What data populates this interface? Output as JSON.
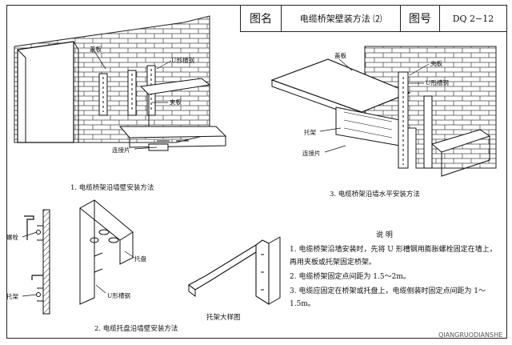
{
  "title_block": {
    "name_label": "图名",
    "name_value": "电缆桥架壁装方法  ⑵",
    "number_label": "图号",
    "number_value": "DQ 2−12"
  },
  "figure1": {
    "caption": "1. 电缆桥架沿墙壁安装方法",
    "labels": {
      "cover": "盖板",
      "u_channel": "U形槽钢",
      "clip": "夹板",
      "connector": "连接片"
    }
  },
  "figure2": {
    "caption": "2. 电缆托盘沿墙壁安装方法",
    "labels": {
      "bolt": "螺栓",
      "bracket": "托架",
      "tray": "托盘",
      "u_channel": "U形槽钢"
    }
  },
  "figure3": {
    "caption": "3. 电缆桥架沿墙水平安装方法",
    "labels": {
      "cover": "盖板",
      "clip": "夹板",
      "u_channel": "U形槽钢",
      "bracket": "托架",
      "connector": "连接片"
    }
  },
  "detail": {
    "caption": "托架大样图"
  },
  "notes": {
    "heading": "说  明",
    "items": [
      "1. 电缆桥架沿墙安装时，先将 U 形槽钢用膨胀螺栓固定在墙上，再用夹板或托架固定桥架。",
      "2. 电缆桥架固定点间距为 1.5～2m。",
      "3. 电缆应固定在桥架或托盘上，电缆侧装时固定点间距为 1～1.5m。"
    ]
  },
  "watermark": "QIANGRUODIANSHE"
}
